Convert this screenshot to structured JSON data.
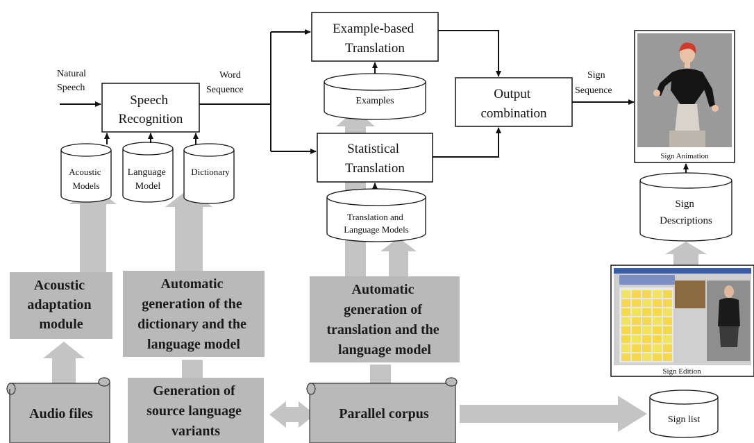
{
  "inputs": {
    "natural_speech": [
      "Natural",
      "Speech"
    ],
    "word_sequence": [
      "Word",
      "Sequence"
    ],
    "sign_sequence": [
      "Sign",
      "Sequence"
    ]
  },
  "boxes": {
    "speech_recognition": [
      "Speech",
      "Recognition"
    ],
    "example_based_translation": [
      "Example-based",
      "Translation"
    ],
    "statistical_translation": [
      "Statistical",
      "Translation"
    ],
    "output_combination": [
      "Output",
      "combination"
    ]
  },
  "databases": {
    "acoustic_models": [
      "Acoustic",
      "Models"
    ],
    "language_model": [
      "Language",
      "Model"
    ],
    "dictionary": [
      "Dictionary"
    ],
    "examples": [
      "Examples"
    ],
    "translation_language_models": [
      "Translation and",
      "Language Models"
    ],
    "sign_descriptions": [
      "Sign",
      "Descriptions"
    ],
    "sign_list": [
      "Sign list"
    ]
  },
  "modules": {
    "acoustic_adaptation": [
      "Acoustic",
      "adaptation",
      "module"
    ],
    "automatic_dictionary_lm": [
      "Automatic",
      "generation of the",
      "dictionary and the",
      "language model"
    ],
    "automatic_translation_lm": [
      "Automatic",
      "generation of",
      "translation and the",
      "language model"
    ],
    "generation_source_variants": [
      "Generation of",
      "source language",
      "variants"
    ]
  },
  "scrolls": {
    "audio_files": "Audio files",
    "parallel_corpus": "Parallel corpus"
  },
  "images": {
    "sign_animation_caption": "Sign Animation",
    "sign_edition_caption": "Sign Edition"
  },
  "colors": {
    "gray_block": "#b9b9b9",
    "gray_arrow": "#c4c4c4",
    "line": "#111111"
  }
}
